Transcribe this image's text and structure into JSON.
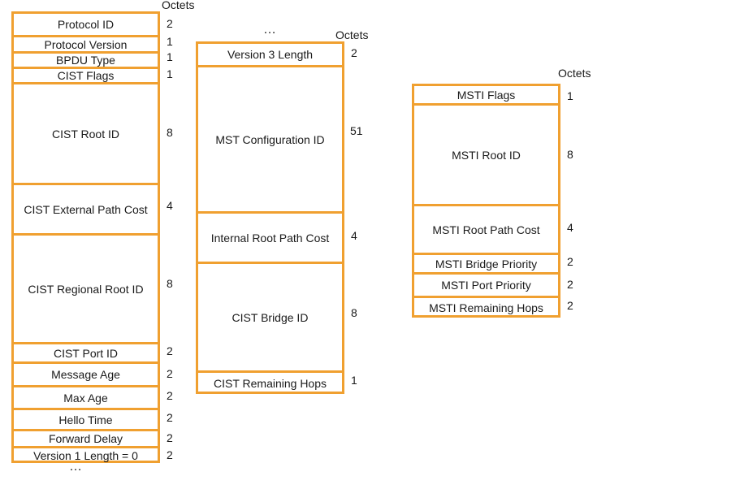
{
  "octets_header": "Octets",
  "ellipsis": "…",
  "bpdu": {
    "fields": [
      {
        "label": "Protocol ID",
        "octets": "2"
      },
      {
        "label": "Protocol Version",
        "octets": "1"
      },
      {
        "label": "BPDU Type",
        "octets": "1"
      },
      {
        "label": "CIST Flags",
        "octets": "1"
      },
      {
        "label": "CIST Root ID",
        "octets": "8"
      },
      {
        "label": "CIST External Path Cost",
        "octets": "4"
      },
      {
        "label": "CIST Regional Root ID",
        "octets": "8"
      },
      {
        "label": "CIST Port ID",
        "octets": "2"
      },
      {
        "label": "Message Age",
        "octets": "2"
      },
      {
        "label": "Max Age",
        "octets": "2"
      },
      {
        "label": "Hello Time",
        "octets": "2"
      },
      {
        "label": "Forward Delay",
        "octets": "2"
      },
      {
        "label": "Version 1 Length = 0",
        "octets": "2"
      }
    ]
  },
  "mst": {
    "fields": [
      {
        "label": "Version 3 Length",
        "octets": "2"
      },
      {
        "label": "MST Configuration ID",
        "octets": "51"
      },
      {
        "label": "Internal Root Path Cost",
        "octets": "4"
      },
      {
        "label": "CIST Bridge ID",
        "octets": "8"
      },
      {
        "label": "CIST Remaining Hops",
        "octets": "1"
      }
    ]
  },
  "msti": {
    "fields": [
      {
        "label": "MSTI Flags",
        "octets": "1"
      },
      {
        "label": "MSTI Root ID",
        "octets": "8"
      },
      {
        "label": "MSTI Root Path Cost",
        "octets": "4"
      },
      {
        "label": "MSTI Bridge Priority",
        "octets": "2"
      },
      {
        "label": "MSTI Port Priority",
        "octets": "2"
      },
      {
        "label": "MSTI Remaining Hops",
        "octets": "2"
      }
    ]
  }
}
